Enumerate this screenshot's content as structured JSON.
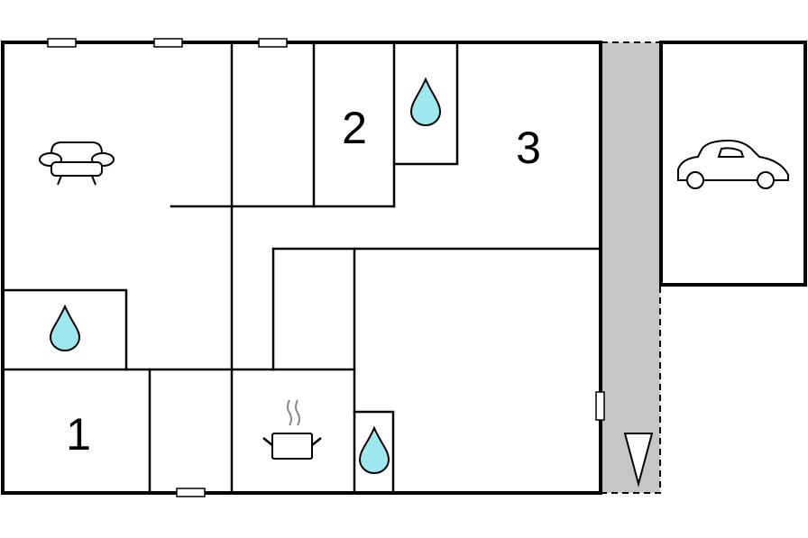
{
  "floorplan": {
    "rooms": [
      {
        "label": "1"
      },
      {
        "label": "2"
      },
      {
        "label": "3"
      }
    ],
    "icons": [
      "sofa-icon",
      "water-drop-icon",
      "cooking-pot-icon",
      "car-icon",
      "entrance-arrow-icon"
    ],
    "colors": {
      "wall": "#000000",
      "water": "#9fe7ee",
      "corridor": "#c6c6c6",
      "background": "#ffffff"
    }
  }
}
